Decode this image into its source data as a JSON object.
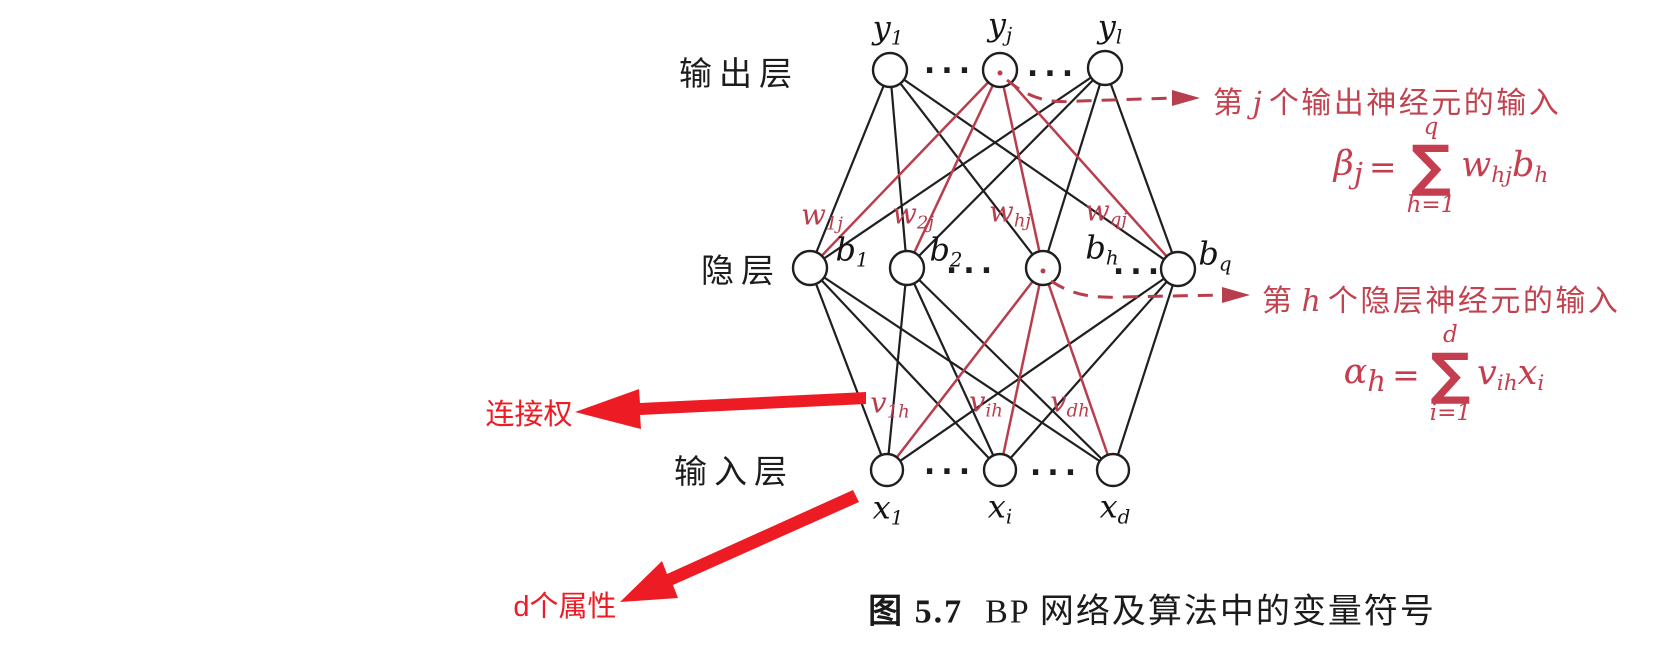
{
  "colors": {
    "scan_red": "#b83e4d",
    "marker_red": "#ed1c24",
    "ink": "#1f1f1f",
    "background": "#ffffff"
  },
  "ui": {
    "dots": "···"
  },
  "layers": {
    "output_label": "输出层",
    "hidden_label": "隐层",
    "input_label": "输入层"
  },
  "nodes": {
    "output": [
      {
        "main": "y",
        "sub": "1"
      },
      {
        "main": "y",
        "sub": "j"
      },
      {
        "main": "y",
        "sub": "l"
      }
    ],
    "hidden": [
      {
        "main": "b",
        "sub": "1"
      },
      {
        "main": "b",
        "sub": "2"
      },
      {
        "main": "b",
        "sub": "h"
      },
      {
        "main": "b",
        "sub": "q"
      }
    ],
    "input": [
      {
        "main": "x",
        "sub": "1"
      },
      {
        "main": "x",
        "sub": "i"
      },
      {
        "main": "x",
        "sub": "d"
      }
    ]
  },
  "weights": {
    "hidden_output": [
      {
        "main": "w",
        "sub": "1j"
      },
      {
        "main": "w",
        "sub": "2j"
      },
      {
        "main": "w",
        "sub": "hj"
      },
      {
        "main": "w",
        "sub": "qj"
      }
    ],
    "input_hidden": [
      {
        "main": "v",
        "sub": "1h"
      },
      {
        "main": "v",
        "sub": "ih"
      },
      {
        "main": "v",
        "sub": "dh"
      }
    ]
  },
  "annotations": {
    "output_neuron": {
      "pre": "第",
      "var": "j",
      "post": "个输出神经元的输入"
    },
    "hidden_neuron": {
      "pre": "第",
      "var": "h",
      "post": "个隐层神经元的输入"
    },
    "connection_weight": "连接权",
    "d_attributes": "d个属性"
  },
  "formulas": {
    "beta": {
      "lhs": "β",
      "lhs_sub": "j",
      "eq": "=",
      "sum": "∑",
      "upper": "q",
      "lower": "h=1",
      "t1": "w",
      "t1_sub": "hj",
      "t2": "b",
      "t2_sub": "h"
    },
    "alpha": {
      "lhs": "α",
      "lhs_sub": "h",
      "eq": "=",
      "sum": "∑",
      "upper": "d",
      "lower": "i=1",
      "t1": "v",
      "t1_sub": "ih",
      "t2": "x",
      "t2_sub": "i"
    }
  },
  "caption": {
    "fig": "图 5.7",
    "title": "BP 网络及算法中的变量符号"
  }
}
